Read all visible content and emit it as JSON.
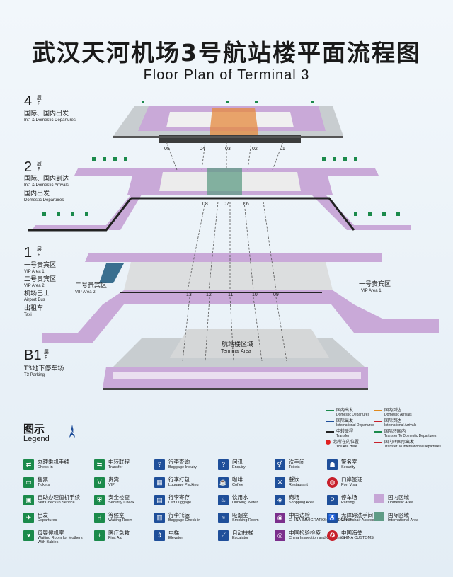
{
  "header": {
    "title_cn": "武汉天河机场3号航站楼平面流程图",
    "title_en": "Floor Plan of Terminal 3"
  },
  "floors": [
    {
      "num": "4",
      "unit_cn": "层",
      "unit_en": "F",
      "cn": "国际、国内出发",
      "en": "Int'l & Domestic Departures"
    },
    {
      "num": "2",
      "unit_cn": "层",
      "unit_en": "F",
      "cn": "国际、国内到达",
      "en": "Int'l & Domestic Arrivals",
      "cn2": "国内出发",
      "en2": "Domestic Departures"
    },
    {
      "num": "1",
      "unit_cn": "层",
      "unit_en": "F",
      "items": [
        {
          "cn": "一号贵宾区",
          "en": "VIP Area 1"
        },
        {
          "cn": "二号贵宾区",
          "en": "VIP Area 2"
        },
        {
          "cn": "机场巴士",
          "en": "Airport Bus"
        },
        {
          "cn": "出租车",
          "en": "Taxi"
        }
      ]
    },
    {
      "num": "B1",
      "unit_cn": "层",
      "unit_en": "F",
      "cn": "T3地下停车场",
      "en": "T3 Parking"
    }
  ],
  "map_labels": {
    "vip2_cn": "二号贵宾区",
    "vip2_en": "VIP Area 2",
    "vip1_cn": "一号贵宾区",
    "vip1_en": "VIP Area 1",
    "terminal_cn": "航站楼区域",
    "terminal_en": "Terminal Area"
  },
  "gates_4f": [
    "05",
    "04",
    "03",
    "02",
    "01"
  ],
  "gates_2f": [
    "08",
    "07",
    "06"
  ],
  "gates_1f": [
    "13",
    "12",
    "11",
    "10",
    "09"
  ],
  "legend": {
    "title_cn": "图示",
    "title_en": "Legend",
    "compass": "N",
    "items": [
      {
        "icon": "check-in-icon",
        "glyph": "⇄",
        "color": "green",
        "cn": "办理乘机手续",
        "en": "Check-in"
      },
      {
        "icon": "ticket-icon",
        "glyph": "▭",
        "color": "green",
        "cn": "售票",
        "en": "Tickets"
      },
      {
        "icon": "self-check-in-icon",
        "glyph": "▣",
        "color": "green",
        "cn": "自助办理值机手续",
        "en": "Self Check-in Service"
      },
      {
        "icon": "departures-icon",
        "glyph": "✈",
        "color": "green",
        "cn": "出发",
        "en": "Departures"
      },
      {
        "icon": "nursing-room-icon",
        "glyph": "♥",
        "color": "green",
        "cn": "母婴候机室",
        "en": "Waiting Room for Mothers With Babies"
      },
      {
        "icon": "transfer-icon",
        "glyph": "⇆",
        "color": "green",
        "cn": "中转联程",
        "en": "Transfer"
      },
      {
        "icon": "vip-icon",
        "glyph": "V",
        "color": "green",
        "cn": "贵宾",
        "en": "VIP"
      },
      {
        "icon": "security-check-icon",
        "glyph": "⛨",
        "color": "green",
        "cn": "安全检查",
        "en": "Security Check"
      },
      {
        "icon": "waiting-room-icon",
        "glyph": "⑁",
        "color": "green",
        "cn": "等候室",
        "en": "Waiting Room"
      },
      {
        "icon": "first-aid-icon",
        "glyph": "+",
        "color": "green",
        "cn": "医疗急救",
        "en": "First Aid"
      },
      {
        "icon": "baggage-inquiry-icon",
        "glyph": "?",
        "color": "blue",
        "cn": "行李查询",
        "en": "Baggage Inquiry"
      },
      {
        "icon": "luggage-packing-icon",
        "glyph": "▦",
        "color": "blue",
        "cn": "行李打包",
        "en": "Luggage Packing"
      },
      {
        "icon": "left-luggage-icon",
        "glyph": "▤",
        "color": "blue",
        "cn": "行李寄存",
        "en": "Left Luggage"
      },
      {
        "icon": "baggage-check-in-icon",
        "glyph": "▥",
        "color": "blue",
        "cn": "行李托运",
        "en": "Baggage Check-in"
      },
      {
        "icon": "elevator-icon",
        "glyph": "⇕",
        "color": "blue",
        "cn": "电梯",
        "en": "Elevator"
      },
      {
        "icon": "enquiry-icon",
        "glyph": "?",
        "color": "blue",
        "cn": "问讯",
        "en": "Enquiry"
      },
      {
        "icon": "coffee-icon",
        "glyph": "☕",
        "color": "blue",
        "cn": "咖啡",
        "en": "Coffee"
      },
      {
        "icon": "drinking-water-icon",
        "glyph": "♨",
        "color": "blue",
        "cn": "饮用水",
        "en": "Drinking Water"
      },
      {
        "icon": "smoking-room-icon",
        "glyph": "≈",
        "color": "blue",
        "cn": "吸烟室",
        "en": "Smoking Room"
      },
      {
        "icon": "escalator-icon",
        "glyph": "⟋",
        "color": "blue",
        "cn": "自动扶梯",
        "en": "Escalator"
      },
      {
        "icon": "toilets-icon",
        "glyph": "⚥",
        "color": "blue",
        "cn": "洗手间",
        "en": "Toilets"
      },
      {
        "icon": "restaurant-icon",
        "glyph": "✕",
        "color": "blue",
        "cn": "餐饮",
        "en": "Restaurant"
      },
      {
        "icon": "shopping-icon",
        "glyph": "◈",
        "color": "blue",
        "cn": "商场",
        "en": "Shopping Area"
      },
      {
        "icon": "immigration-icon",
        "glyph": "◉",
        "color": "purple",
        "cn": "中国边检",
        "en": "CHINA IMMIGRATION INSPECTION"
      },
      {
        "icon": "quarantine-icon",
        "glyph": "◎",
        "color": "purple",
        "cn": "中国检验检疫",
        "en": "China Inspection and Quarantine"
      },
      {
        "icon": "police-icon",
        "glyph": "☗",
        "color": "blue",
        "cn": "警务室",
        "en": "Security"
      },
      {
        "icon": "port-visa-icon",
        "glyph": "◍",
        "color": "red",
        "cn": "口岸签证",
        "en": "Port Visa"
      },
      {
        "icon": "parking-icon",
        "glyph": "P",
        "color": "blue",
        "cn": "停车场",
        "en": "Parking"
      },
      {
        "icon": "accessible-toilet-icon",
        "glyph": "♿",
        "color": "blue",
        "cn": "无障碍洗手间",
        "en": "Wheelchair Accessible"
      },
      {
        "icon": "customs-icon",
        "glyph": "✪",
        "color": "red",
        "cn": "中国海关",
        "en": "CHINA CUSTOMS"
      }
    ],
    "areas": [
      {
        "cn": "国内区域",
        "en": "Domestic Area",
        "color": "#c6a6d6"
      },
      {
        "cn": "国际区域",
        "en": "International Area",
        "color": "#5f9c86"
      }
    ],
    "flows": [
      {
        "cn": "国内出发",
        "en": "Domestic Departures",
        "color": "#1b8a4b"
      },
      {
        "cn": "国际出发",
        "en": "International Departures",
        "color": "#1f4f9a"
      },
      {
        "cn": "中转联程",
        "en": "Transfer",
        "color": "#222222"
      },
      {
        "cn": "您所在的位置",
        "en": "You Are Here",
        "color": "#e02020"
      },
      {
        "cn": "国内到达",
        "en": "Domestic Arrivals",
        "color": "#e08a1e"
      },
      {
        "cn": "国际到达",
        "en": "International Arrivals",
        "color": "#c7202b"
      },
      {
        "cn": "国际转国内",
        "en": "Transfer To Domestic Departures",
        "color": "#1b8a4b"
      },
      {
        "cn": "国内转国际出发",
        "en": "Transfer To International Departures",
        "color": "#c7202b"
      }
    ]
  }
}
